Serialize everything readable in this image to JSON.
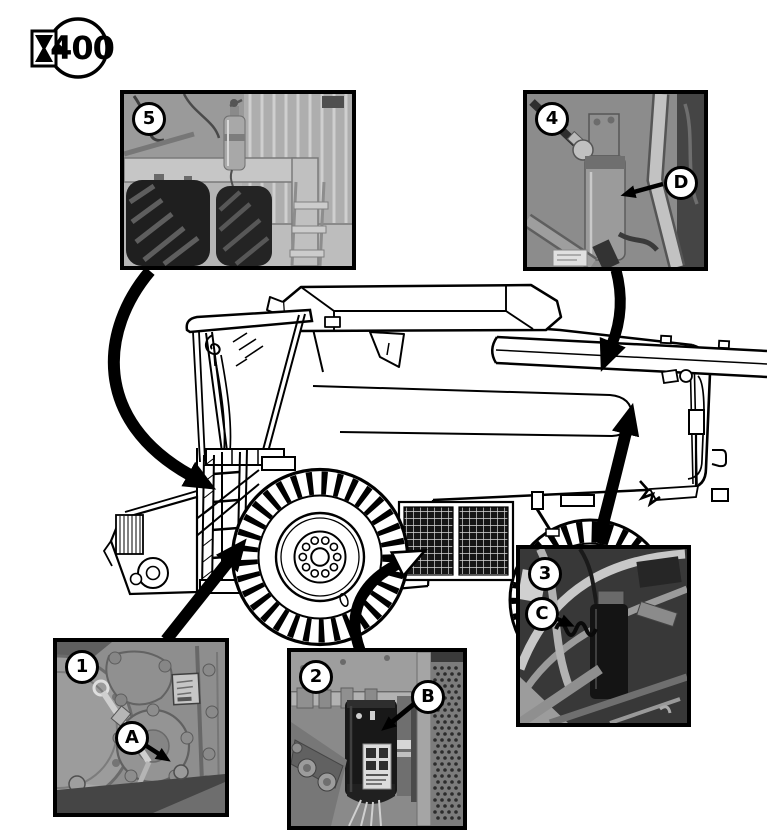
{
  "duration_stamp": {
    "value": "400",
    "icon": "hourglass-icon"
  },
  "photos": [
    {
      "number": "1",
      "letter": "A"
    },
    {
      "number": "2",
      "letter": "B"
    },
    {
      "number": "3",
      "letter": "C"
    },
    {
      "number": "4",
      "letter": "D"
    },
    {
      "number": "5"
    }
  ],
  "colors": {
    "ink": "#000000",
    "paper": "#ffffff",
    "photo_frame": "#000000"
  }
}
